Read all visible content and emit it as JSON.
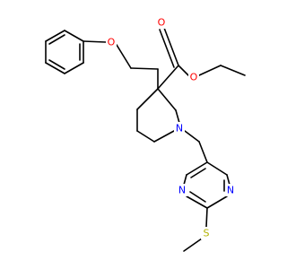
{
  "molecule": {
    "colors": {
      "bond": "#000000",
      "O": "#ff0000",
      "N": "#0000ff",
      "S": "#b2b200",
      "background": "#ffffff"
    },
    "atom_labels": {
      "o_ether": "O",
      "o_carbonyl": "O",
      "o_ester": "O",
      "n_piperidine": "N",
      "n_pyrimidine_a": "N",
      "n_pyrimidine_b": "N",
      "s_thioether": "S"
    }
  }
}
